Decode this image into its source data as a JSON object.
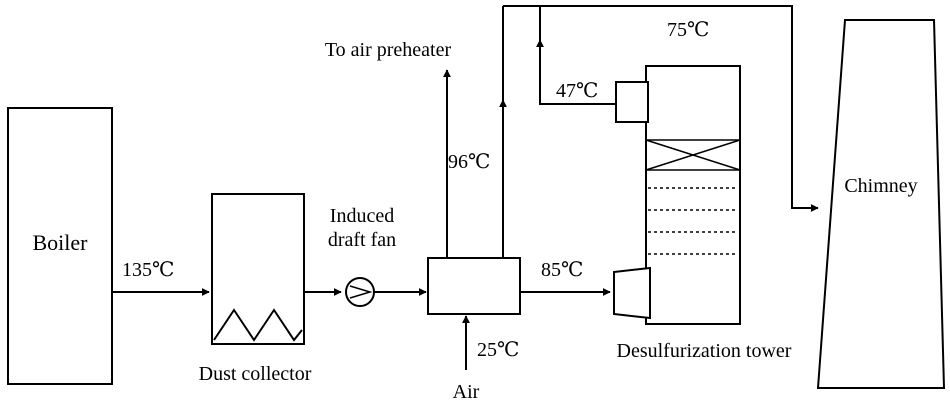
{
  "components": {
    "boiler": "Boiler",
    "dust_collector": "Dust collector",
    "fan_line1": "Induced",
    "fan_line2": "draft fan",
    "preheater": "To air preheater",
    "air": "Air",
    "tower": "Desulfurization tower",
    "chimney": "Chimney"
  },
  "temperatures": {
    "boiler_out": "135℃",
    "air_in": "25℃",
    "hx_up": "96℃",
    "tower_in": "85℃",
    "tower_out": "47℃",
    "chimney_in": "75℃"
  }
}
